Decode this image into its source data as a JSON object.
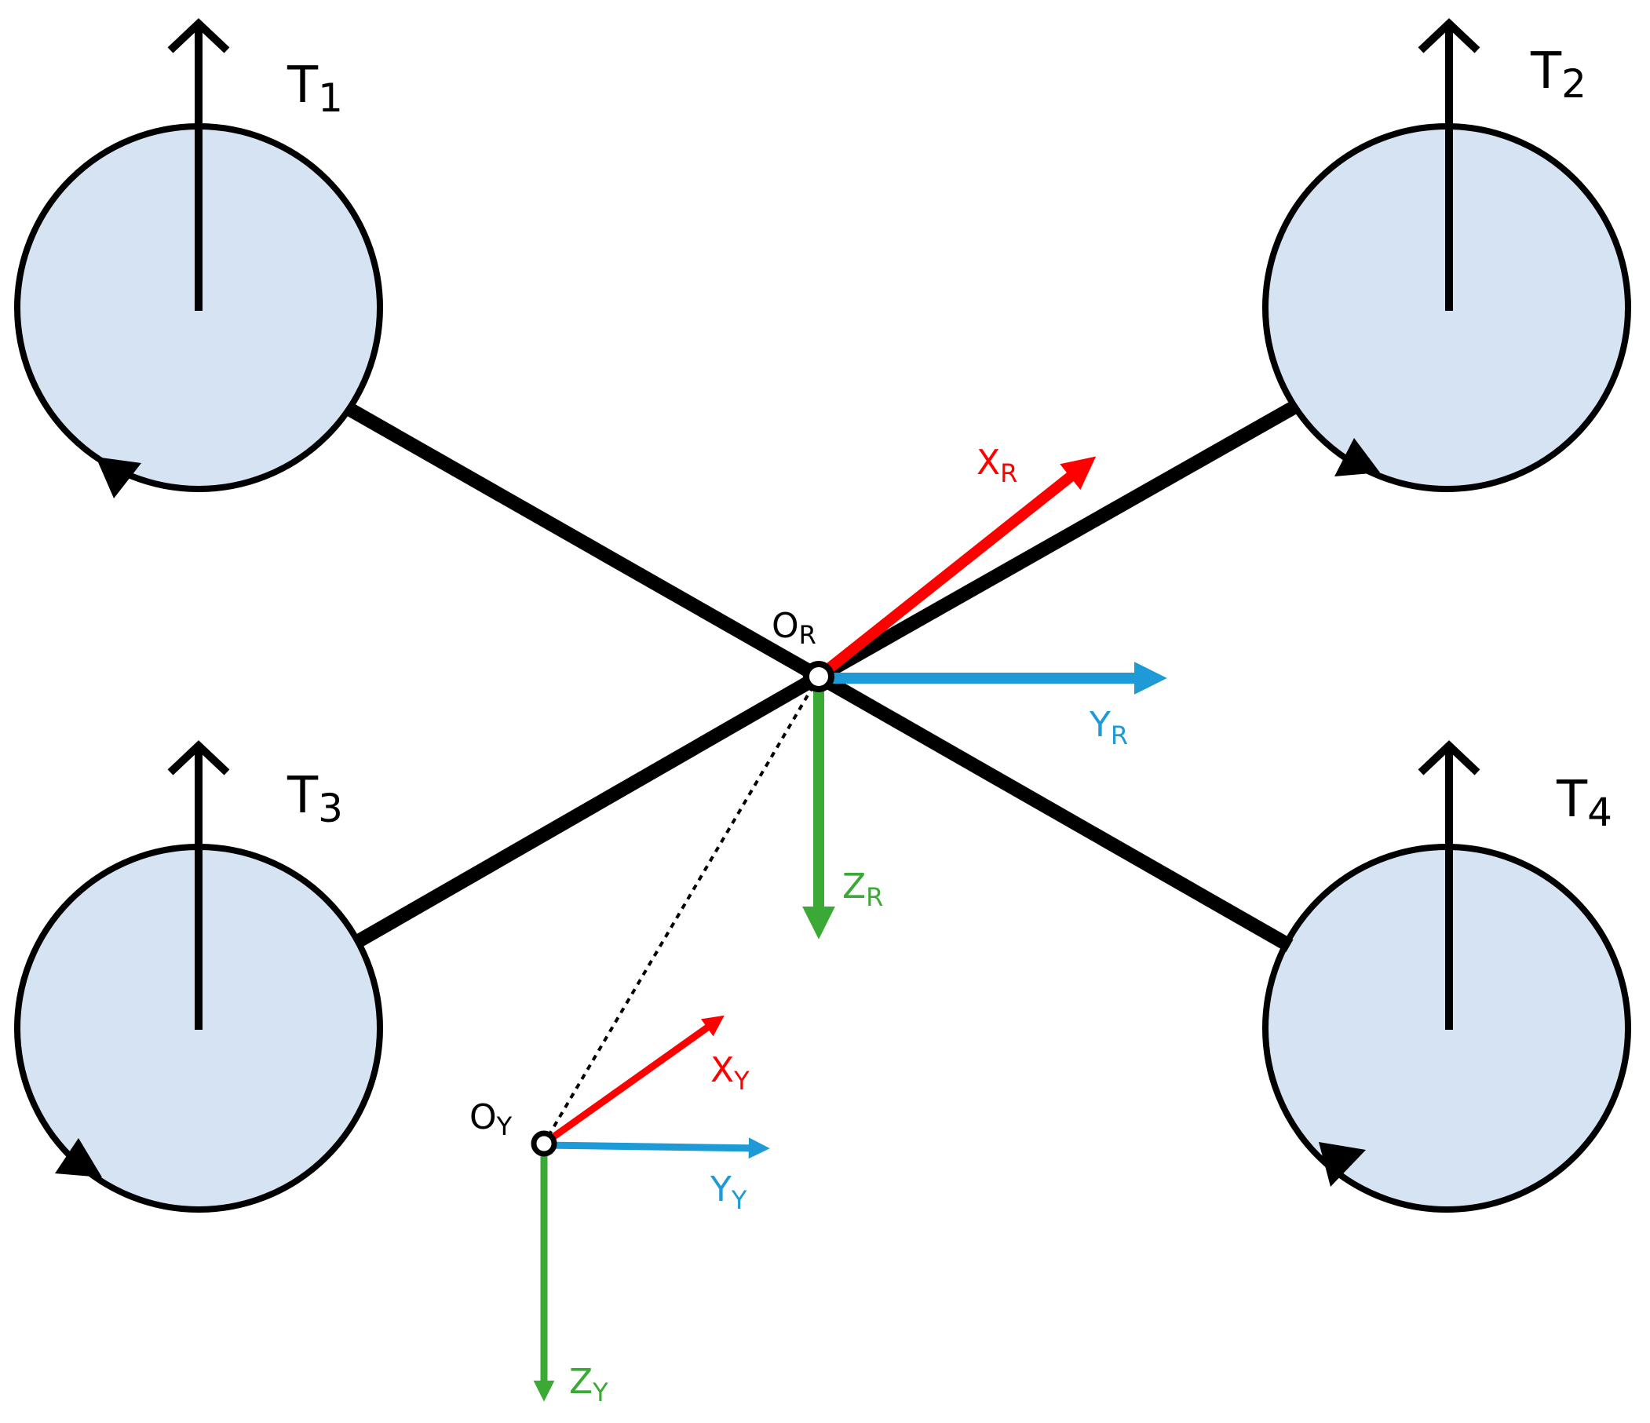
{
  "colors": {
    "rotor_fill": "#d6e3f3",
    "stroke": "#000000",
    "x_axis": "#ff0000",
    "y_axis": "#1e9ad6",
    "z_axis": "#3aa935"
  },
  "thrusts": [
    {
      "main": "T",
      "sub": "1"
    },
    {
      "main": "T",
      "sub": "2"
    },
    {
      "main": "T",
      "sub": "3"
    },
    {
      "main": "T",
      "sub": "4"
    }
  ],
  "frame_r": {
    "origin": {
      "main": "O",
      "sub": "R"
    },
    "x": {
      "main": "X",
      "sub": "R"
    },
    "y": {
      "main": "Y",
      "sub": "R"
    },
    "z": {
      "main": "Z",
      "sub": "R"
    }
  },
  "frame_y": {
    "origin": {
      "main": "O",
      "sub": "Y"
    },
    "x": {
      "main": "X",
      "sub": "Y"
    },
    "y": {
      "main": "Y",
      "sub": "Y"
    },
    "z": {
      "main": "Z",
      "sub": "Y"
    }
  }
}
